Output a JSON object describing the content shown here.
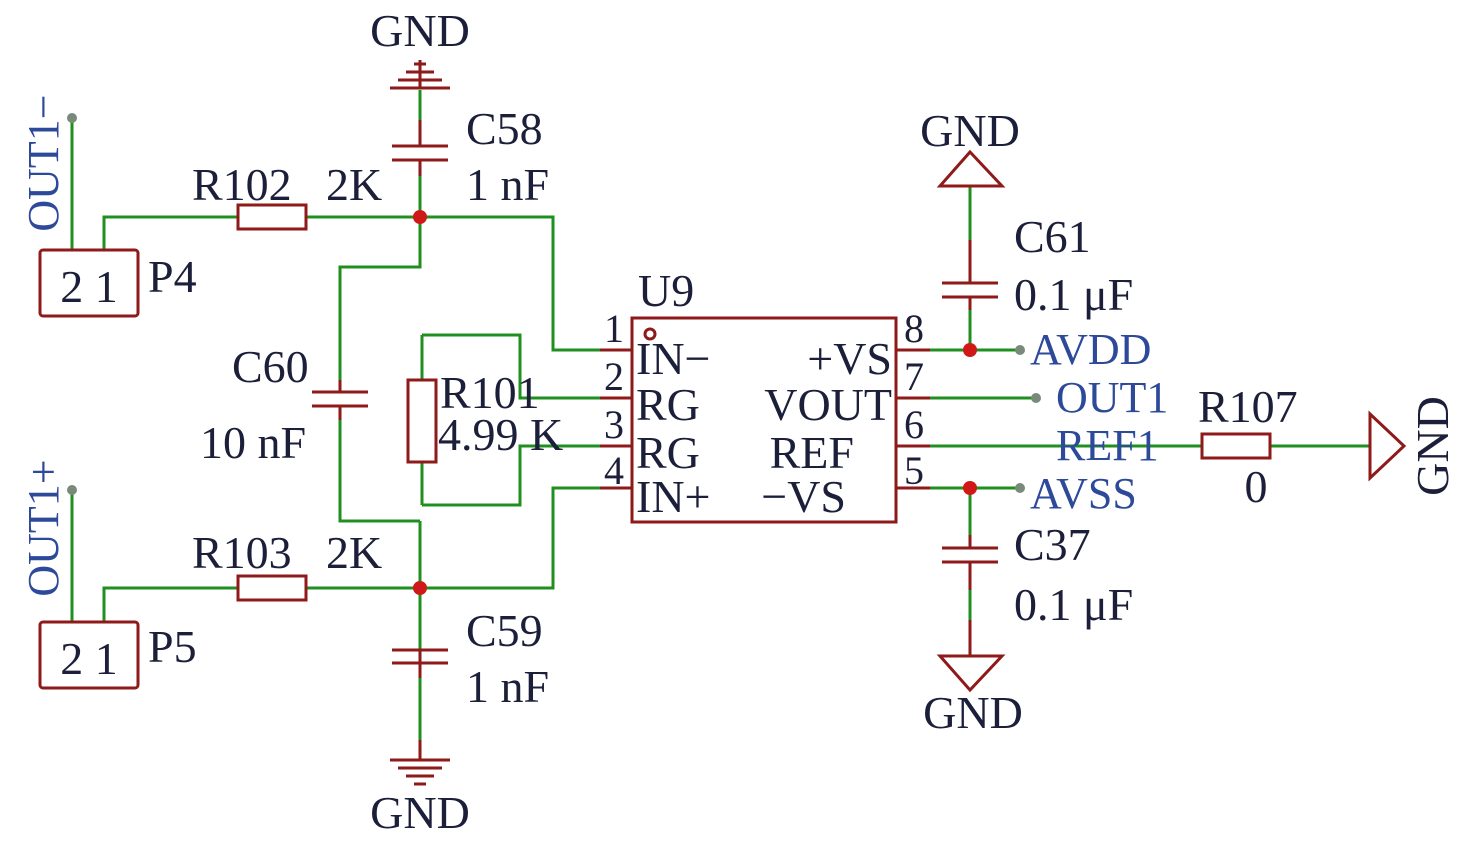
{
  "ground_label": "GND",
  "connectors": {
    "p4": {
      "designator": "P4",
      "pins": "2 1",
      "net": "OUT1−"
    },
    "p5": {
      "designator": "P5",
      "pins": "2 1",
      "net": "OUT1+"
    }
  },
  "resistors": {
    "r102": {
      "designator": "R102",
      "value": "2K"
    },
    "r103": {
      "designator": "R103",
      "value": "2K"
    },
    "r101": {
      "designator": "R101",
      "value": "4.99 K"
    },
    "r107": {
      "designator": "R107",
      "value": "0"
    }
  },
  "capacitors": {
    "c58": {
      "designator": "C58",
      "value": "1 nF"
    },
    "c59": {
      "designator": "C59",
      "value": "1 nF"
    },
    "c60": {
      "designator": "C60",
      "value": "10 nF"
    },
    "c61": {
      "designator": "C61",
      "value": "0.1 μF"
    },
    "c37": {
      "designator": "C37",
      "value": "0.1 μF"
    }
  },
  "ic": {
    "designator": "U9",
    "left_pins": [
      {
        "num": "1",
        "name": "IN−"
      },
      {
        "num": "2",
        "name": "RG"
      },
      {
        "num": "3",
        "name": "RG"
      },
      {
        "num": "4",
        "name": "IN+"
      }
    ],
    "right_pins": [
      {
        "num": "8",
        "name": "+VS"
      },
      {
        "num": "7",
        "name": "VOUT"
      },
      {
        "num": "6",
        "name": "REF"
      },
      {
        "num": "5",
        "name": "−VS"
      }
    ]
  },
  "nets": {
    "avdd": "AVDD",
    "out1": "OUT1",
    "ref1": "REF1",
    "avss": "AVSS"
  },
  "colors": {
    "wire": "#1f8f1f",
    "component": "#8e1a1a",
    "junction": "#d01818",
    "net_label": "#2d4a9a",
    "text": "#1c1f3a"
  }
}
